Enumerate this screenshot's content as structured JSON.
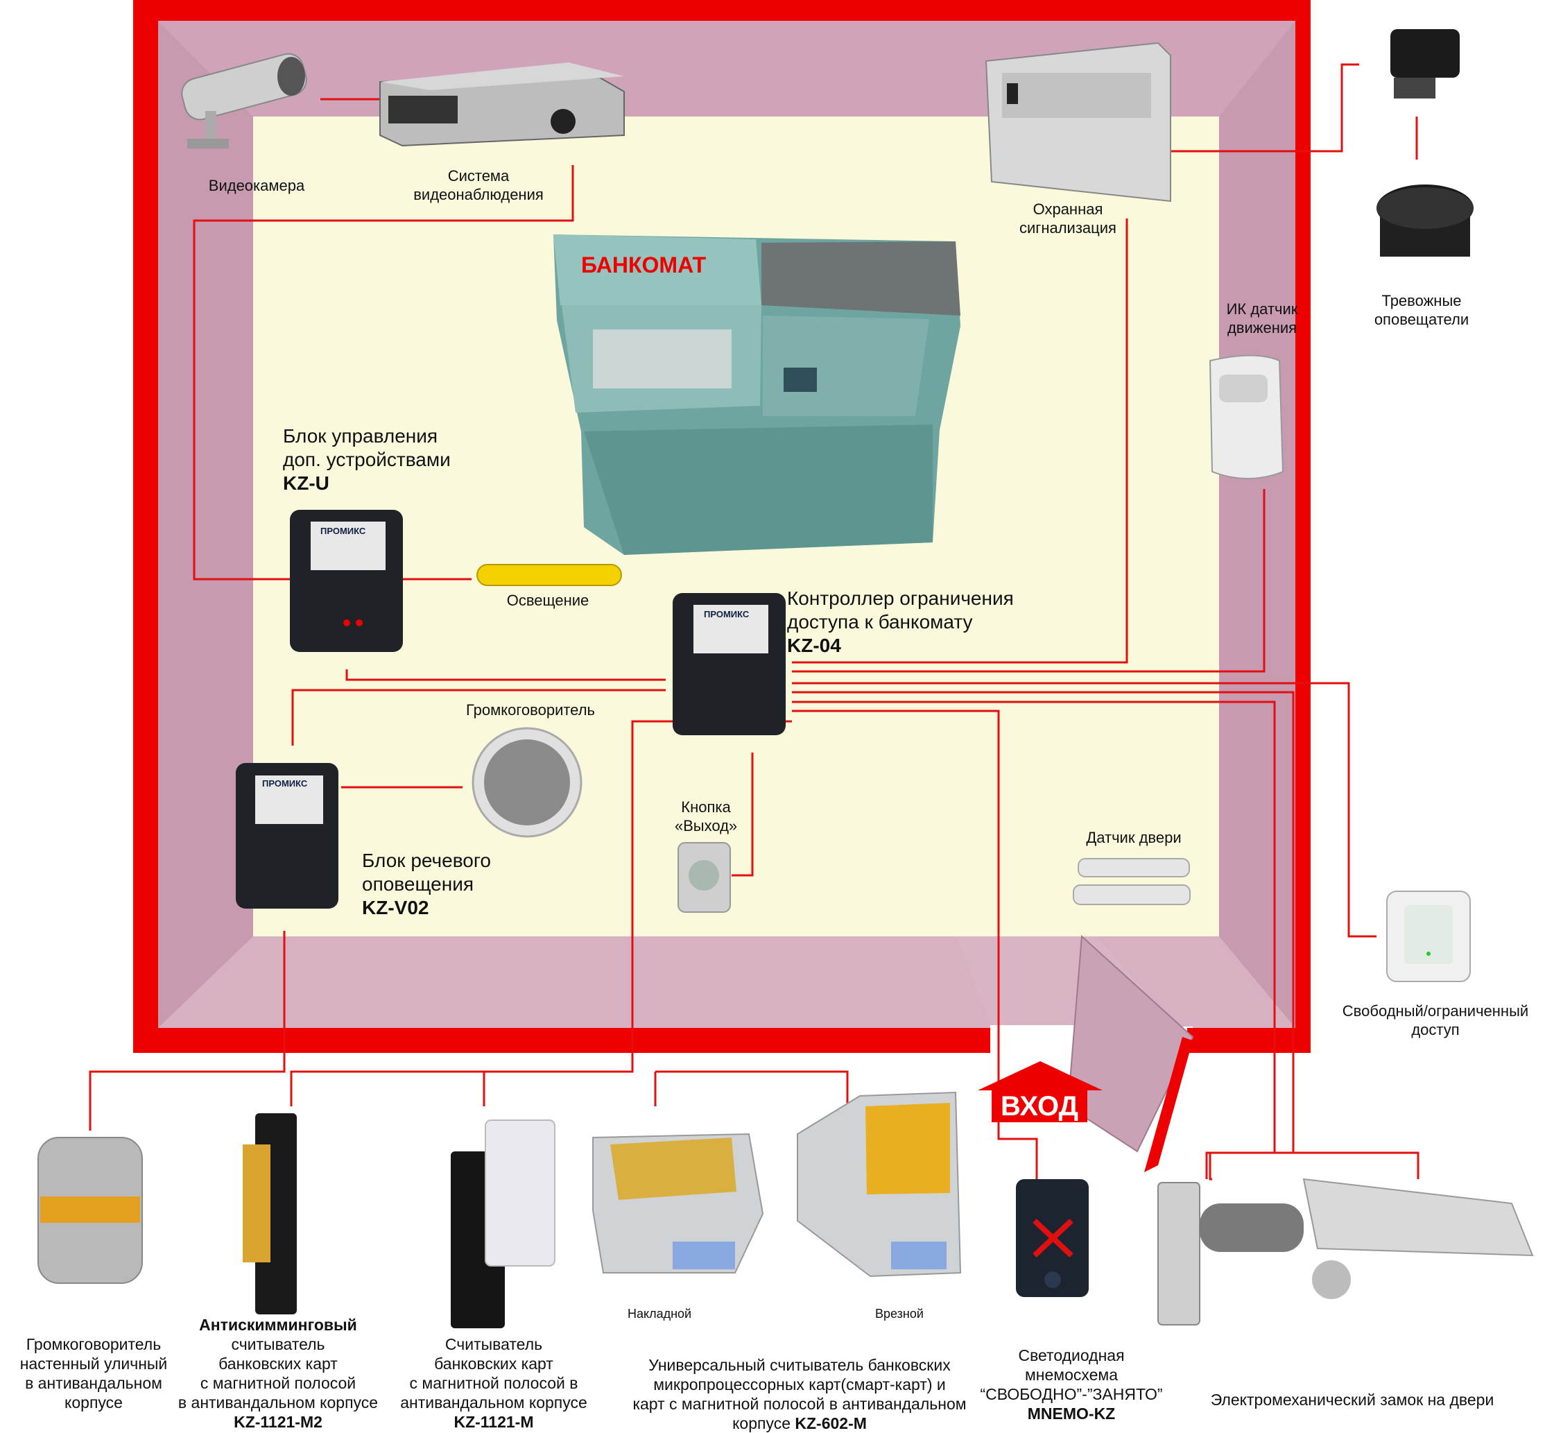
{
  "atm_sign": "БАНКОМАТ",
  "entrance_sign": "ВХОД",
  "brand": "ПРОМИКС",
  "colors": {
    "wall_red": "#ee0000",
    "floor_cream": "#fbf9db",
    "wall_pink": "#d9b4c5",
    "line_red": "#e21010"
  },
  "labels": {
    "videocamera": "Видеокамера",
    "video_system": [
      "Система",
      "видеонаблюдения"
    ],
    "alarm": [
      "Охранная",
      "сигнализация"
    ],
    "alarm_notifiers": [
      "Тревожные",
      "оповещатели"
    ],
    "ir_sensor": [
      "ИК датчик",
      "движения"
    ],
    "kzu": {
      "line1": "Блок управления",
      "line2": "доп. устройствами",
      "model": "KZ-U"
    },
    "lighting": "Освещение",
    "kz04": {
      "line1": "Контроллер ограничения",
      "line2": "доступа к банкомату",
      "model": "KZ-04"
    },
    "speaker": "Громкоговоритель",
    "exit_button": [
      "Кнопка",
      "«Выход»"
    ],
    "door_sensor": "Датчик двери",
    "kzv02": {
      "line1": "Блок речевого",
      "line2": "оповещения",
      "model": "KZ-V02"
    },
    "access_switch": [
      "Свободный/ограниченный",
      "доступ"
    ]
  },
  "bottom": {
    "outdoor_speaker": [
      "Громкоговоритель",
      "настенный уличный",
      "в антивандальном",
      "корпусе"
    ],
    "antiskimming": {
      "title": "Антискимминговый",
      "lines": [
        "считыватель",
        "банковских карт",
        "с магнитной полосой",
        "в антивандальном корпусе"
      ],
      "model": "KZ-1121-M2"
    },
    "reader": {
      "lines": [
        "Считыватель",
        "банковских карт",
        "с магнитной полосой в",
        "антивандальном корпусе"
      ],
      "model": "KZ-1121-M"
    },
    "universal": {
      "lines": [
        "Универсальный считыватель банковских",
        "микропроцессорных карт(смарт-карт) и",
        "карт с магнитной полосой в антивандальном"
      ],
      "last": "корпусе ",
      "model": "KZ-602-M"
    },
    "overlay_label": "Накладной",
    "mortise_label": "Врезной",
    "mnemo": {
      "lines": [
        "Светодиодная",
        "мнемосхема",
        "“СВОБОДНО”-”ЗАНЯТО”"
      ],
      "model": "MNEMO-KZ"
    },
    "lock": "Электромеханический замок  на двери"
  }
}
